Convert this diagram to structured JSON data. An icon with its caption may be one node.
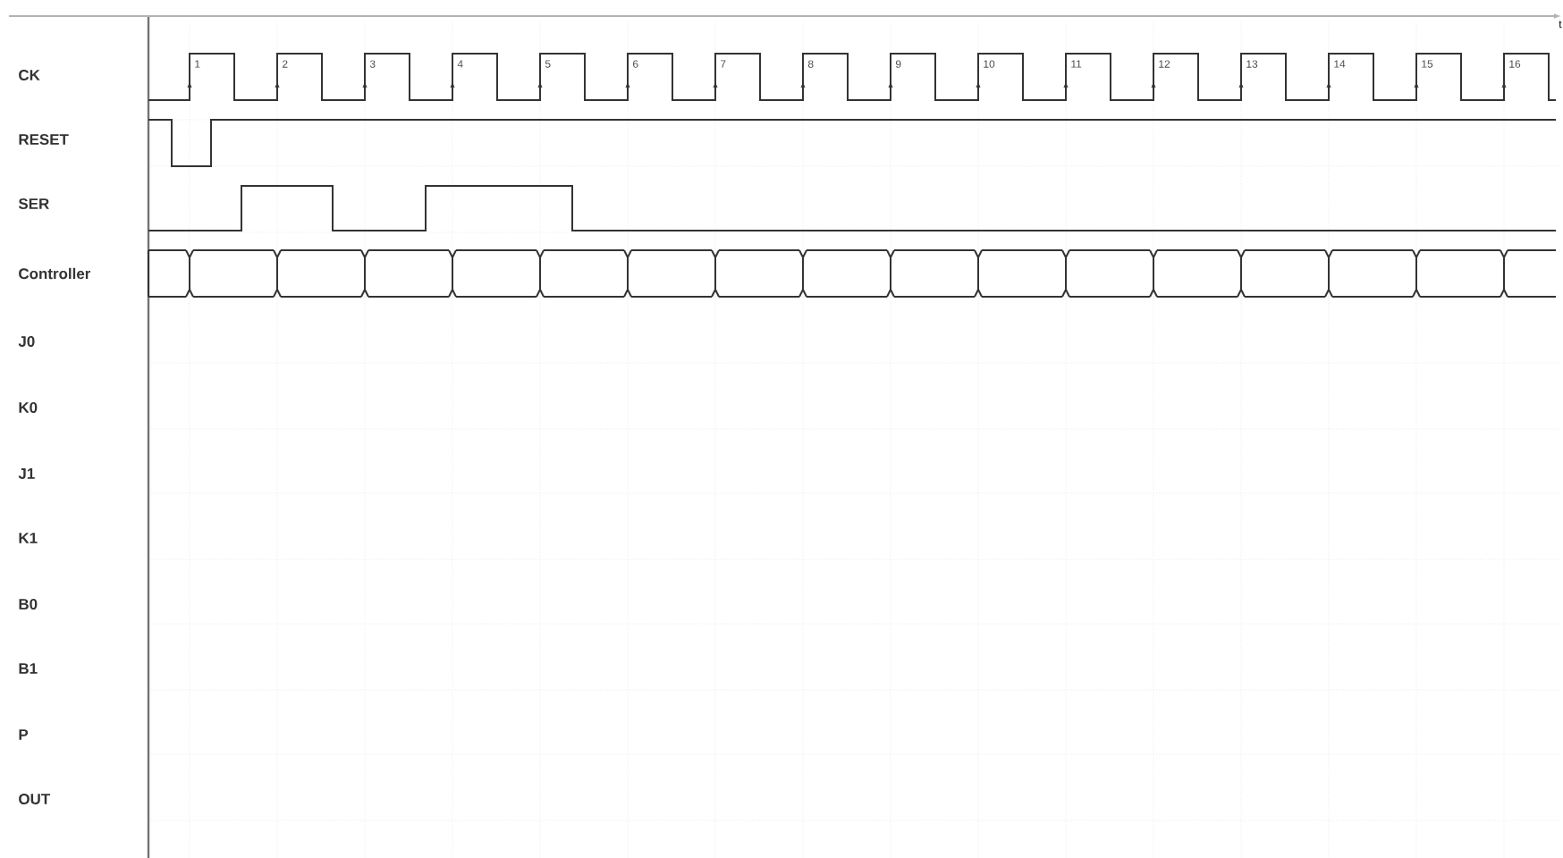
{
  "diagram": {
    "labels": [
      "t",
      "CK",
      "1",
      "2",
      "3",
      "4",
      "5",
      "6",
      "7",
      "8",
      "9",
      "10",
      "11",
      "12",
      "13",
      "14",
      "15",
      "16",
      "RESET",
      "SER",
      "Controller",
      "J0",
      "K0",
      "J1",
      "K1",
      "B0",
      "B1",
      "P",
      "OUT"
    ]
  }
}
